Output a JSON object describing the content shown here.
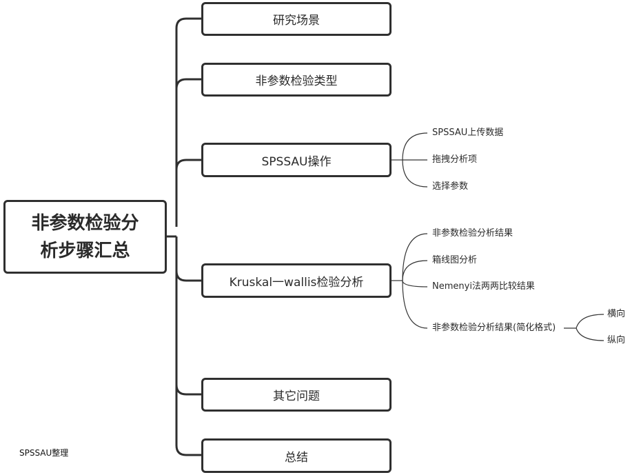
{
  "root": {
    "line1": "非参数检验分",
    "line2": "析步骤汇总"
  },
  "branches": [
    {
      "label": "研究场景"
    },
    {
      "label": "非参数检验类型"
    },
    {
      "label": "SPSSAU操作",
      "children": [
        "SPSSAU上传数据",
        "拖拽分析项",
        "选择参数"
      ]
    },
    {
      "label": "Kruskal一wallis检验分析",
      "children": [
        "非参数检验分析结果",
        "箱线图分析",
        "Nemenyi法两两比较结果",
        "非参数检验分析结果(简化格式)"
      ]
    },
    {
      "label": "其它问题"
    },
    {
      "label": "总结"
    }
  ],
  "sub_children": [
    "横向",
    "纵向"
  ],
  "footer": "SPSSAU整理",
  "colors": {
    "line": "#2f2f2f",
    "thin_line": "#333333",
    "background": "#ffffff"
  }
}
